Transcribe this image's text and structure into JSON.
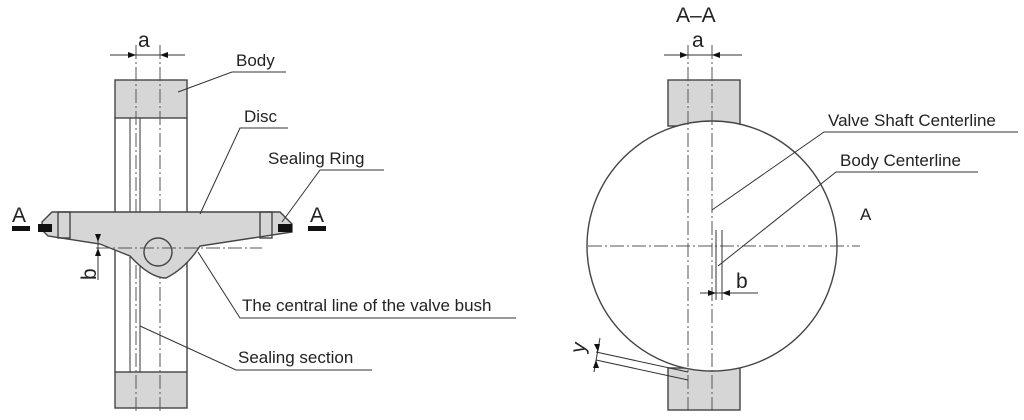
{
  "left_view": {
    "dim_a": "a",
    "dim_b": "b",
    "section_left": "A",
    "section_right": "A",
    "labels": {
      "body": "Body",
      "disc": "Disc",
      "sealing_ring": "Sealing Ring",
      "central_line": "The central line of the valve bush",
      "sealing_section": "Sealing section"
    }
  },
  "right_view": {
    "title": "A–A",
    "dim_a": "a",
    "dim_b": "b",
    "dim_y": "y",
    "side_label": "A",
    "labels": {
      "shaft_centerline": "Valve Shaft Centerline",
      "body_centerline": "Body Centerline"
    }
  },
  "colors": {
    "fill": "#d6d6d6",
    "line": "#444444",
    "seal": "#111111"
  }
}
